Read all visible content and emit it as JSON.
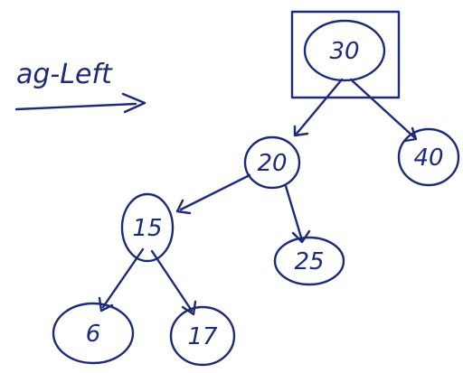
{
  "caption": {
    "text": "ag-Left"
  },
  "tree": {
    "highlighted_node": "30",
    "nodes": [
      {
        "id": "n30",
        "label": "30"
      },
      {
        "id": "n20",
        "label": "20"
      },
      {
        "id": "n40",
        "label": "40"
      },
      {
        "id": "n15",
        "label": "15"
      },
      {
        "id": "n25",
        "label": "25"
      },
      {
        "id": "n6",
        "label": "6"
      },
      {
        "id": "n17",
        "label": "17"
      }
    ],
    "edges": [
      {
        "from": "30",
        "to": "20"
      },
      {
        "from": "30",
        "to": "40"
      },
      {
        "from": "20",
        "to": "15"
      },
      {
        "from": "20",
        "to": "25"
      },
      {
        "from": "15",
        "to": "6"
      },
      {
        "from": "15",
        "to": "17"
      }
    ]
  },
  "colors": {
    "ink": "#1d2a7a",
    "background": "#ffffff"
  }
}
